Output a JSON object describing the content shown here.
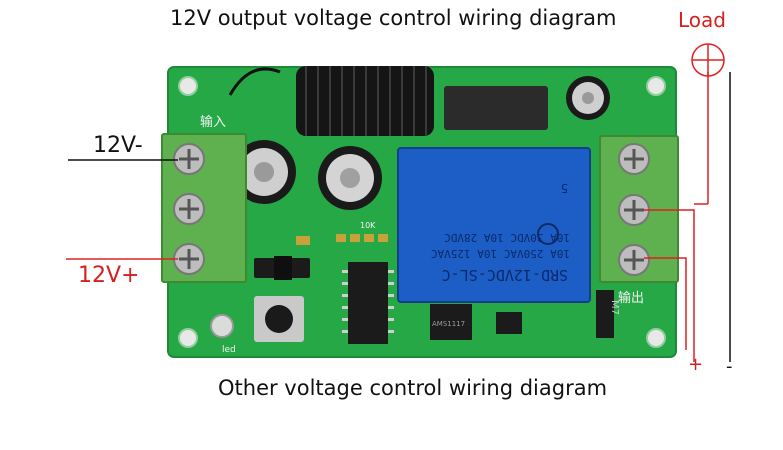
{
  "title": "12V output voltage control wiring diagram",
  "subtitle": "Other voltage control wiring diagram",
  "labels": {
    "load": "Load",
    "input_negative": "12V-",
    "input_positive": "12V+",
    "output_positive": "+",
    "output_negative": "-"
  },
  "board": {
    "input_marking": "输入",
    "output_marking": "输出",
    "relay": {
      "model": "SRD-12VDC-SL-C",
      "rating_1": "10A 250VAC  10A 125VAC",
      "rating_2": "10A 30VDC  10A 28VDC",
      "pin_label": "5"
    },
    "diode_marking": "M7",
    "ic_marking": "AMS1117",
    "cap_marking": "10K",
    "led_marking": "led"
  },
  "colors": {
    "pcb": "#27a846",
    "relay": "#1d5ec6",
    "terminal": "#5fb04e",
    "wire_red": "#e02020",
    "wire_black": "#111111"
  }
}
